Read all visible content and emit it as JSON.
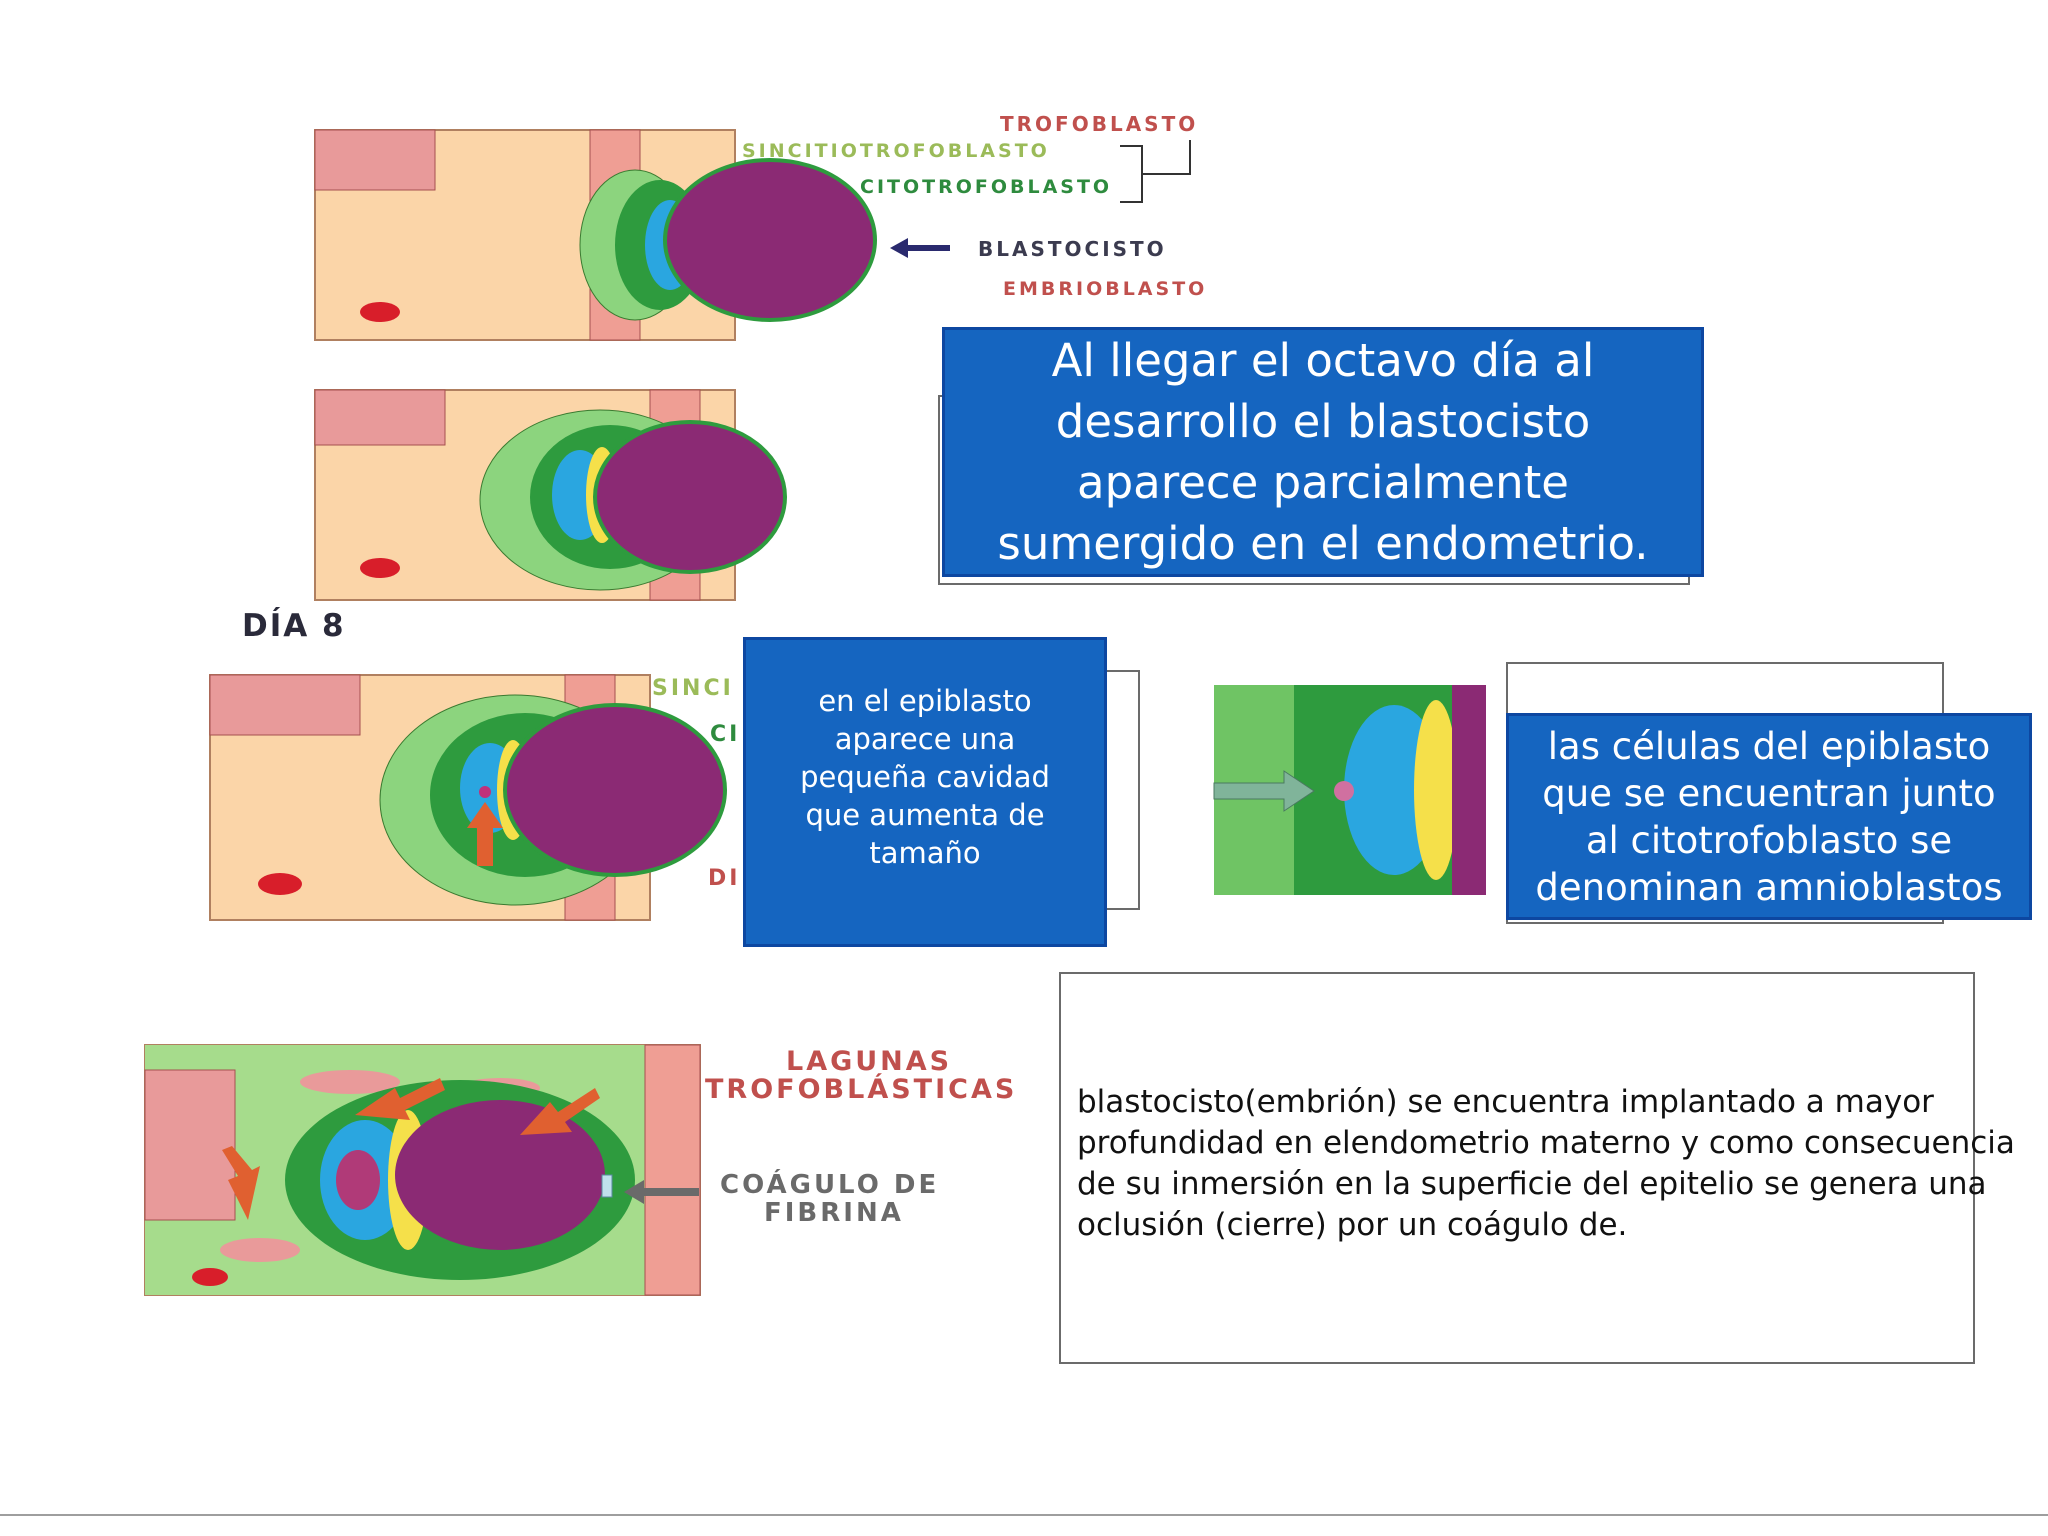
{
  "colors": {
    "box_blue": "#1565c0",
    "box_border": "#0d47a1",
    "label_red": "#c0504d",
    "label_green": "#9bbb59",
    "label_dark": "#3b3b4f",
    "tissue": "#fbd5a8",
    "syncytio": "#8cd47e",
    "cyto": "#2e9b3e",
    "epiblast": "#2aa6e0",
    "hypoblast": "#f5e04a",
    "cavity": "#8b2a74"
  },
  "figure1": {
    "trofoblasto": "TROFOBLASTO",
    "sincitiotrofoblasto": "SINCITIOTROFOBLASTO",
    "citotrofoblasto": "CITOTROFOBLASTO",
    "blastocisto": "BLASTOCISTO",
    "embrioblasto": "EMBRIOBLASTO"
  },
  "figure3": {
    "day_label": "DÍA 8",
    "partial_label_1": "SINCI",
    "partial_label_2": "CI",
    "partial_label_3": "DI"
  },
  "figure4": {
    "lagunas_line1": "LAGUNAS",
    "lagunas_line2": "TROFOBLÁSTICAS",
    "coagulo_line1": "COÁGULO DE",
    "coagulo_line2": "FIBRINA"
  },
  "boxes": {
    "main_text": "Al llegar el octavo día al desarrollo el blastocisto aparece parcialmente sumergido en el endometrio.",
    "epiblast_cavity": "en el epiblasto aparece una pequeña cavidad que aumenta de tamaño",
    "amnioblasts": "las células del epiblasto que se encuentran junto al citotrofoblasto se denominan amnioblastos",
    "implantation": "blastocisto(embrión) se encuentra implantado a mayor profundidad en elendometrio materno  y como consecuencia de su inmersión en la superficie del epitelio se genera una oclusión (cierre) por un coágulo de."
  }
}
